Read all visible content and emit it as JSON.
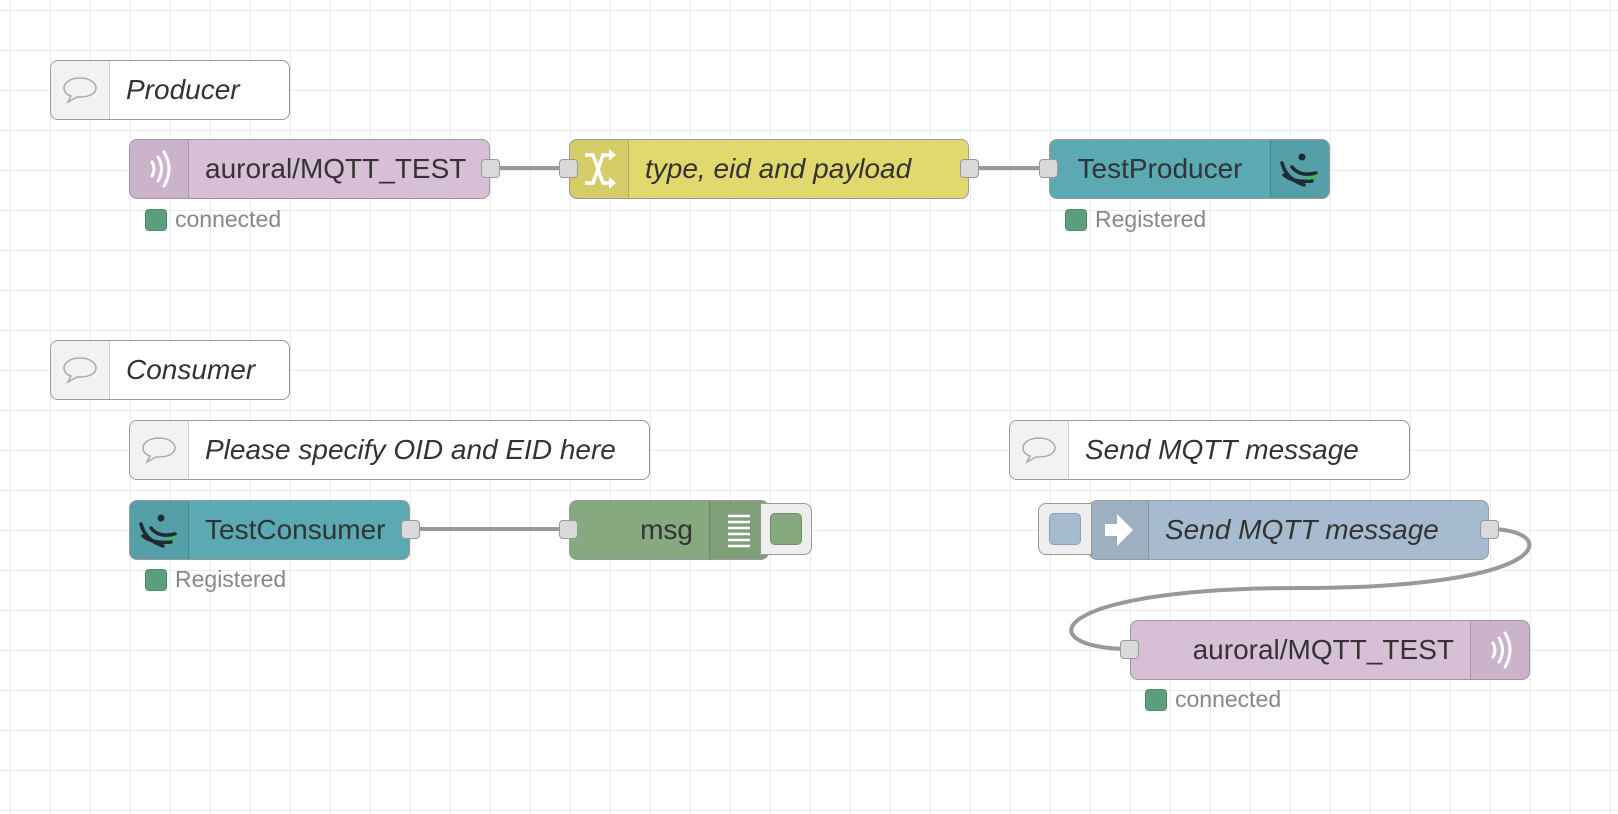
{
  "colors": {
    "mqtt_node": "#d8bfd8",
    "change_node": "#e2d96e",
    "auroral_node": "#5aa9b3",
    "debug_node": "#87a980",
    "inject_node": "#a6bbcf",
    "status_connected": "#5a9e7c",
    "wire": "#999999"
  },
  "comments": {
    "producer": "Producer",
    "consumer": "Consumer",
    "specify": "Please specify OID and EID here",
    "send_mqtt": "Send MQTT message"
  },
  "nodes": {
    "mqtt_in": {
      "label": "auroral/MQTT_TEST",
      "icon": "mqtt-icon",
      "status": "connected"
    },
    "change": {
      "label": "type, eid and payload",
      "icon": "shuffle-icon"
    },
    "producer": {
      "label": "TestProducer",
      "icon": "auroral-icon",
      "status": "Registered"
    },
    "consumer": {
      "label": "TestConsumer",
      "icon": "auroral-icon",
      "status": "Registered"
    },
    "debug": {
      "label": "msg",
      "icon": "list-icon"
    },
    "inject": {
      "label": "Send MQTT message",
      "icon": "arrow-right-icon"
    },
    "mqtt_out": {
      "label": "auroral/MQTT_TEST",
      "icon": "mqtt-icon",
      "status": "connected"
    }
  }
}
